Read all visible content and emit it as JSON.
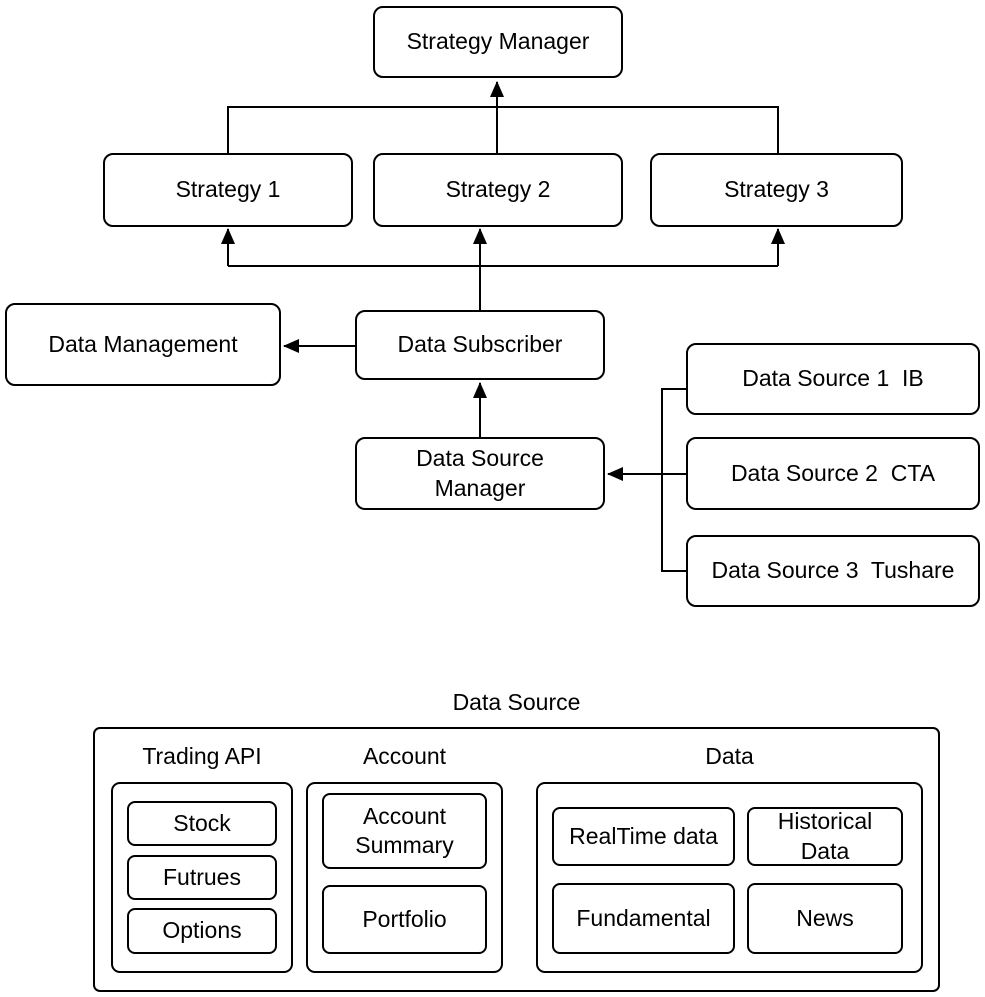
{
  "flow": {
    "strategy_manager": "Strategy Manager",
    "strategy_1": "Strategy 1",
    "strategy_2": "Strategy 2",
    "strategy_3": "Strategy 3",
    "data_management": "Data Management",
    "data_subscriber": "Data Subscriber",
    "data_source_manager": "Data Source\nManager",
    "data_source_1": "Data Source 1  IB",
    "data_source_2": "Data Source 2  CTA",
    "data_source_3": "Data Source 3  Tushare"
  },
  "bottom": {
    "title": "Data Source",
    "groups": [
      {
        "label": "Trading API",
        "items": [
          "Stock",
          "Futrues",
          "Options"
        ]
      },
      {
        "label": "Account",
        "items": [
          "Account\nSummary",
          "Portfolio"
        ]
      },
      {
        "label": "Data",
        "items": [
          "RealTime data",
          "Historical\nData",
          "Fundamental",
          "News"
        ]
      }
    ]
  },
  "colors": {
    "line": "#000000",
    "background": "#ffffff"
  }
}
